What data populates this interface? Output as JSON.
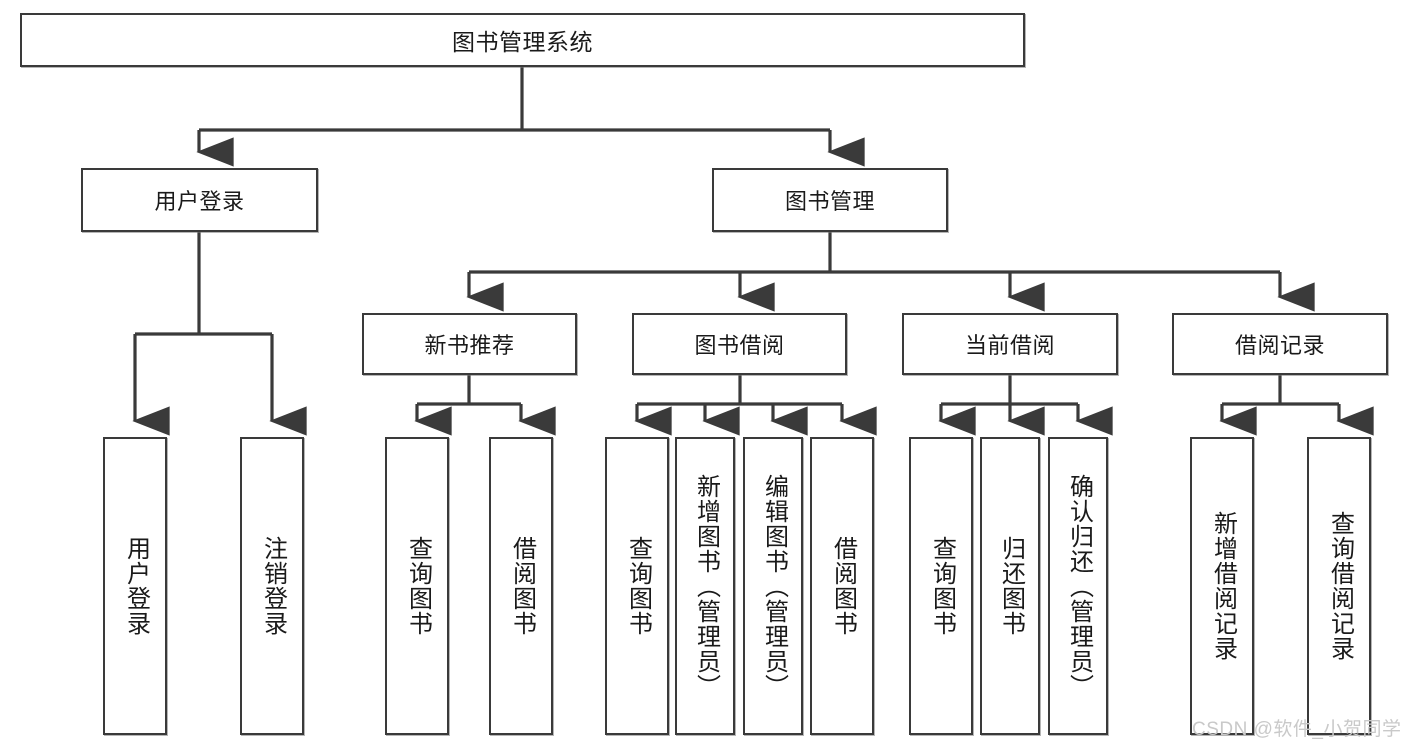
{
  "diagram": {
    "type": "tree",
    "title": "图书管理系统",
    "watermark": "CSDN @软件_小贺同学",
    "colors": {
      "box_border": "#3a3a3a",
      "box_fill": "#ffffff",
      "connector": "#3a3a3a",
      "text": "#1a1a1a",
      "watermark": "#c9c9c9"
    },
    "nodes": {
      "root": {
        "label": "图书管理系统"
      },
      "level2": [
        {
          "label": "用户登录"
        },
        {
          "label": "图书管理"
        }
      ],
      "level3": [
        {
          "label": "新书推荐"
        },
        {
          "label": "图书借阅"
        },
        {
          "label": "当前借阅"
        },
        {
          "label": "借阅记录"
        }
      ],
      "leaves": {
        "user_login": [
          {
            "label": "用户登录"
          },
          {
            "label": "注销登录"
          }
        ],
        "new_book": [
          {
            "label": "查询图书"
          },
          {
            "label": "借阅图书"
          }
        ],
        "book_borrow": [
          {
            "label": "查询图书"
          },
          {
            "label": "新增图书（管理员）"
          },
          {
            "label": "编辑图书（管理员）"
          },
          {
            "label": "借阅图书"
          }
        ],
        "current_borrow": [
          {
            "label": "查询图书"
          },
          {
            "label": "归还图书"
          },
          {
            "label": "确认归还（管理员）"
          }
        ],
        "borrow_record": [
          {
            "label": "新增借阅记录"
          },
          {
            "label": "查询借阅记录"
          }
        ]
      }
    }
  }
}
